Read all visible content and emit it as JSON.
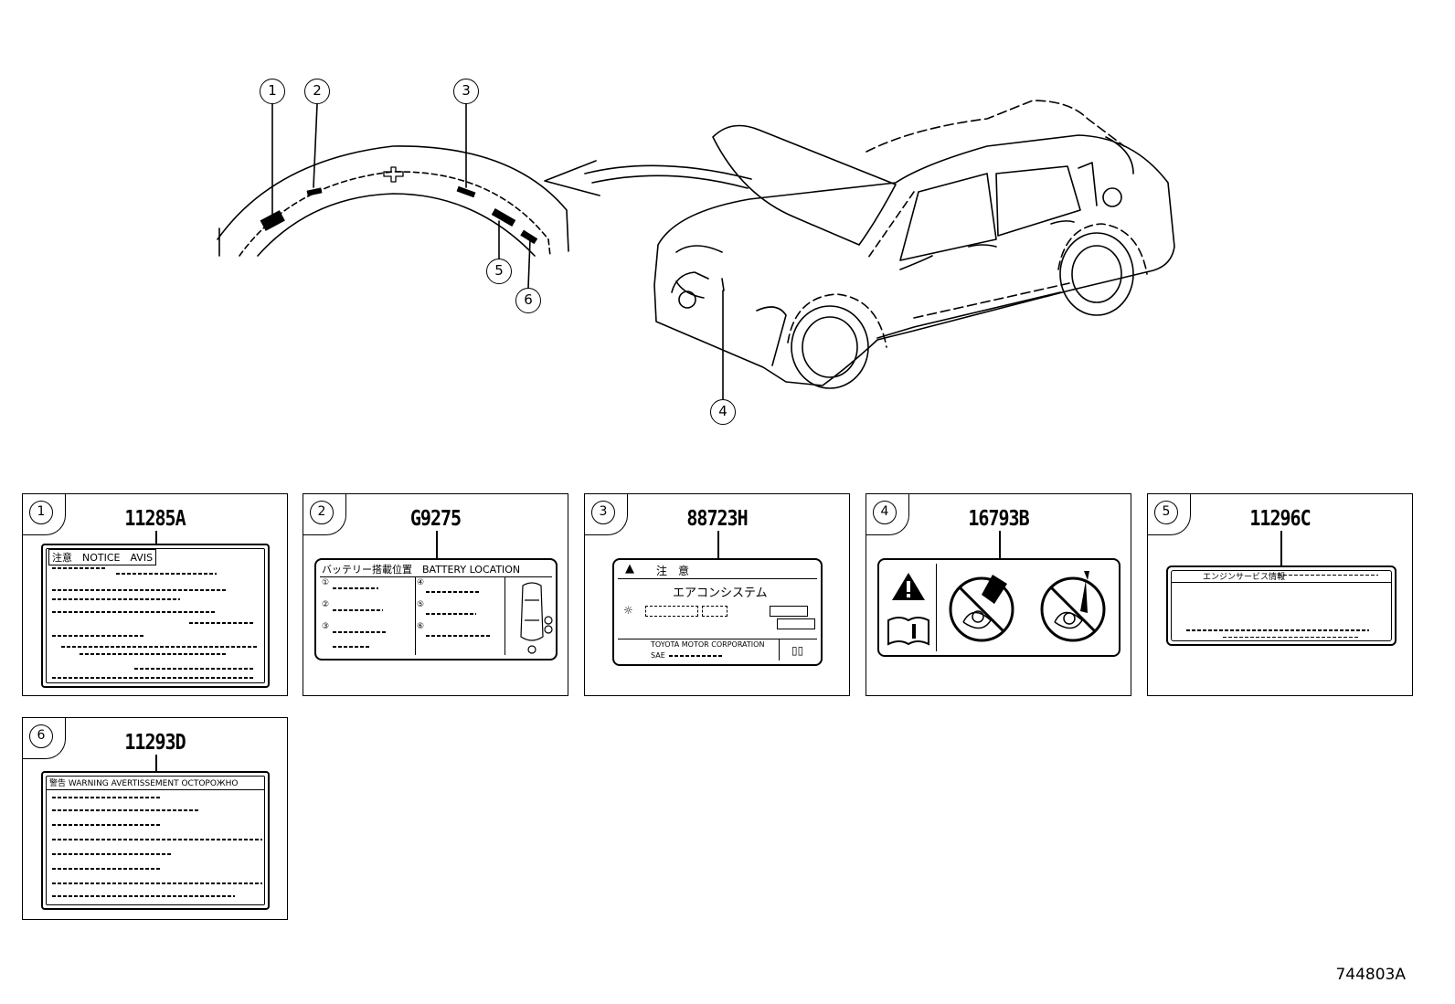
{
  "diagram": {
    "callouts": [
      "1",
      "2",
      "3",
      "4",
      "5",
      "6"
    ],
    "ref_code": "744803A"
  },
  "panels": [
    {
      "number": "1",
      "part_number": "11285A",
      "label_header": "注意　NOTICE　AVIS"
    },
    {
      "number": "2",
      "part_number": "G9275",
      "label_header": "バッテリー搭載位置　BATTERY LOCATION",
      "row_marks": [
        "①",
        "②",
        "③"
      ],
      "col2_marks": [
        "④",
        "⑤",
        "⑥"
      ]
    },
    {
      "number": "3",
      "part_number": "88723H",
      "label_header": "注　意",
      "label_title": "エアコンシステム",
      "maker": "TOYOTA MOTOR CORPORATION",
      "sae": "SAE"
    },
    {
      "number": "4",
      "part_number": "16793B"
    },
    {
      "number": "5",
      "part_number": "11296C",
      "label_header": "エンジンサービス情報"
    },
    {
      "number": "6",
      "part_number": "11293D",
      "label_header": "警告 WARNING AVERTISSEMENT ОСТОРОЖНО"
    }
  ]
}
